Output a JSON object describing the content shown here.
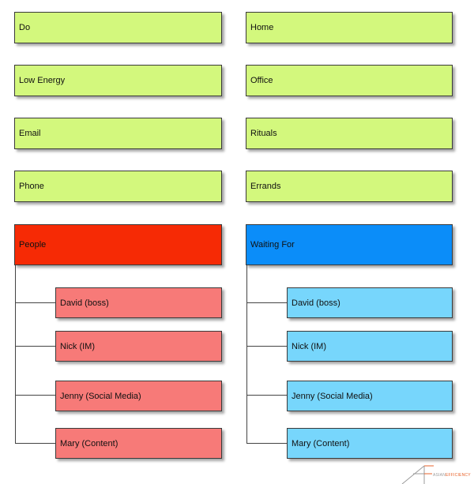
{
  "colors": {
    "context_box": "#d3f87d",
    "people_header": "#f62a05",
    "people_item": "#f77a78",
    "waiting_header": "#0b8df9",
    "waiting_item": "#77d6fc"
  },
  "left_contexts": [
    "Do",
    "Low Energy",
    "Email",
    "Phone"
  ],
  "right_contexts": [
    "Home",
    "Office",
    "Rituals",
    "Errands"
  ],
  "people": {
    "header": "People",
    "items": [
      "David (boss)",
      "Nick (IM)",
      "Jenny (Social Media)",
      "Mary (Content)"
    ]
  },
  "waiting_for": {
    "header": "Waiting For",
    "items": [
      "David (boss)",
      "Nick (IM)",
      "Jenny (Social Media)",
      "Mary (Content)"
    ]
  },
  "logo": {
    "text_gray": "ASIAN",
    "text_orange": "EFFICIENCY"
  }
}
